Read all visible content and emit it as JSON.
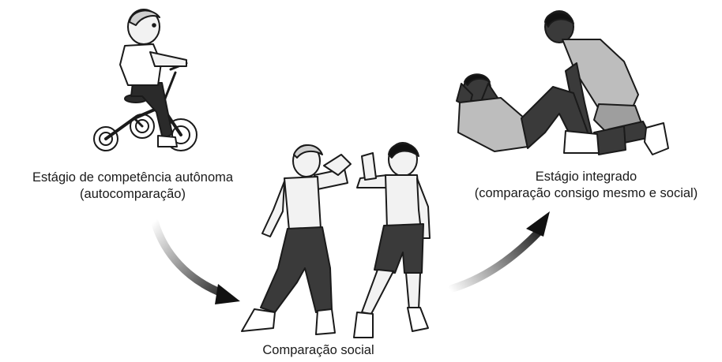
{
  "stages": {
    "autonomous": {
      "line1": "Estágio de competência autônoma",
      "line2": "(autocomparação)"
    },
    "social": {
      "label": "Comparação social"
    },
    "integrated": {
      "line1": "Estágio integrado",
      "line2": "(comparação consigo mesmo e social)"
    }
  },
  "colors": {
    "ink": "#1a1a1a",
    "arrow_dark": "#111111",
    "arrow_light": "#ffffff",
    "skin": "#f2f2f2",
    "shirt_gray": "#bdbdbd",
    "pants_dark": "#3a3a3a"
  },
  "illustrations": [
    "child-on-tricycle",
    "two-boys-flexing",
    "sit-up-partner-pair"
  ]
}
